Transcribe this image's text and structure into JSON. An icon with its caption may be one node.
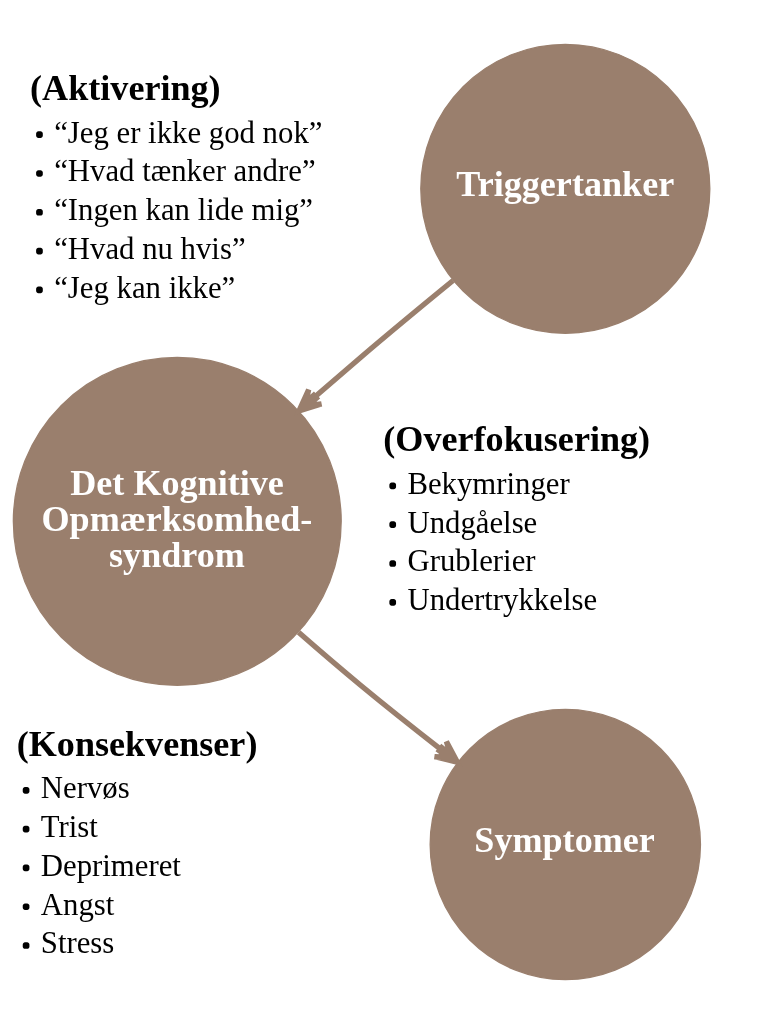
{
  "diagram": {
    "nodes": [
      {
        "text": [
          "Triggertanker"
        ],
        "beside": [
          "(Aktivering)",
          "“Jeg er ikke god nok”",
          "“Hvad tænker andre”",
          "“Ingen kan lide mig”",
          "“Hvad nu hvis”",
          "“Jeg kan ikke”"
        ]
      },
      {
        "text": [
          "Det Kognitive Opmærksomhed- syndrom"
        ],
        "beside": [
          "(Overfokusering)",
          "Bekymringer",
          "Undgåelse",
          "Grublerier",
          "Undertrykkelse"
        ]
      },
      {
        "text": [
          "Symptomer"
        ],
        "beside": [
          "(Konsekvenser)",
          "Nervøs",
          "Trist",
          "Deprimeret",
          "Angst",
          "Stress"
        ]
      }
    ],
    "edges": [
      {
        "from": 0,
        "to": 1,
        "arrow": "to"
      },
      {
        "from": 1,
        "to": 2,
        "arrow": "to"
      }
    ]
  }
}
